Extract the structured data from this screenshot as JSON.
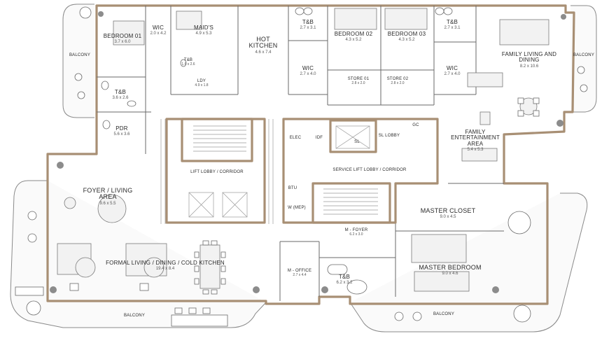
{
  "rooms": {
    "bedroom01": {
      "name": "BEDROOM 01",
      "dim": "3.7 x 6.0"
    },
    "wic1": {
      "name": "WIC",
      "dim": "2.0 x 4.2"
    },
    "maids": {
      "name": "MAID'S",
      "dim": "4.9 x 5.3"
    },
    "maid_tb": {
      "name": "T&B",
      "dim": "1.6 x 2.6"
    },
    "ldy": {
      "name": "LDY",
      "dim": "4.9 x 1.8"
    },
    "hot_kitchen": {
      "name": "HOT KITCHEN",
      "dim": "4.6 x 7.4"
    },
    "tb_left": {
      "name": "T&B",
      "dim": "2.7 x 3.1"
    },
    "wic_left": {
      "name": "WIC",
      "dim": "2.7 x 4.0"
    },
    "bedroom02": {
      "name": "BEDROOM 02",
      "dim": "4.3 x 5.2"
    },
    "bedroom03": {
      "name": "BEDROOM 03",
      "dim": "4.3 x 5.2"
    },
    "store01": {
      "name": "STORE 01",
      "dim": "2.8 x 2.0"
    },
    "store02": {
      "name": "STORE 02",
      "dim": "2.8 x 2.0"
    },
    "tb_right": {
      "name": "T&B",
      "dim": "2.7 x 3.1"
    },
    "wic_right": {
      "name": "WIC",
      "dim": "2.7 x 4.0"
    },
    "family_living": {
      "name": "FAMILY LIVING AND DINING",
      "dim": "8.2 x 10.6"
    },
    "tb_bed1": {
      "name": "T&B",
      "dim": "3.6 x 2.6"
    },
    "pdr": {
      "name": "PDR",
      "dim": "5.6 x 3.6"
    },
    "lift_lobby": {
      "name": "LIFT LOBBY / CORRIDOR",
      "dim": ""
    },
    "elec": {
      "name": "ELEC",
      "dim": ""
    },
    "idf": {
      "name": "IDF",
      "dim": ""
    },
    "sl": {
      "name": "SL",
      "dim": ""
    },
    "sl_lobby": {
      "name": "SL LOBBY",
      "dim": ""
    },
    "gc": {
      "name": "GC",
      "dim": ""
    },
    "service_lobby": {
      "name": "SERVICE LIFT LOBBY / CORRIDOR",
      "dim": ""
    },
    "btu": {
      "name": "BTU",
      "dim": ""
    },
    "wmep": {
      "name": "W (MEP)",
      "dim": ""
    },
    "family_ent": {
      "name": "FAMILY ENTERTAINMENT AREA",
      "dim": "5.4 x 5.3"
    },
    "foyer_living": {
      "name": "FOYER / LIVING AREA",
      "dim": "9.6 x 5.5"
    },
    "formal_living": {
      "name": "FORMAL LIVING / DINING / COLD KITCHEN",
      "dim": "19.4 x 8.4"
    },
    "m_foyer": {
      "name": "M - FOYER",
      "dim": "6.2 x 3.0"
    },
    "m_office": {
      "name": "M - OFFICE",
      "dim": "2.7 x 4.4"
    },
    "m_tb": {
      "name": "T&B",
      "dim": "6.2 x 3.2"
    },
    "master_closet": {
      "name": "MASTER CLOSET",
      "dim": "9.0 x 4.5"
    },
    "master_bedroom": {
      "name": "MASTER BEDROOM",
      "dim": "9.0 x 4.6"
    },
    "balcony_left": {
      "name": "BALCONY",
      "dim": ""
    },
    "balcony_right": {
      "name": "BALCONY",
      "dim": ""
    },
    "balcony_bottom_left": {
      "name": "BALCONY",
      "dim": ""
    },
    "balcony_bottom_right": {
      "name": "BALCONY",
      "dim": ""
    }
  },
  "colors": {
    "exterior_wall": "#a88f74",
    "interior_wall": "#6a6a6a",
    "background": "#ffffff"
  }
}
